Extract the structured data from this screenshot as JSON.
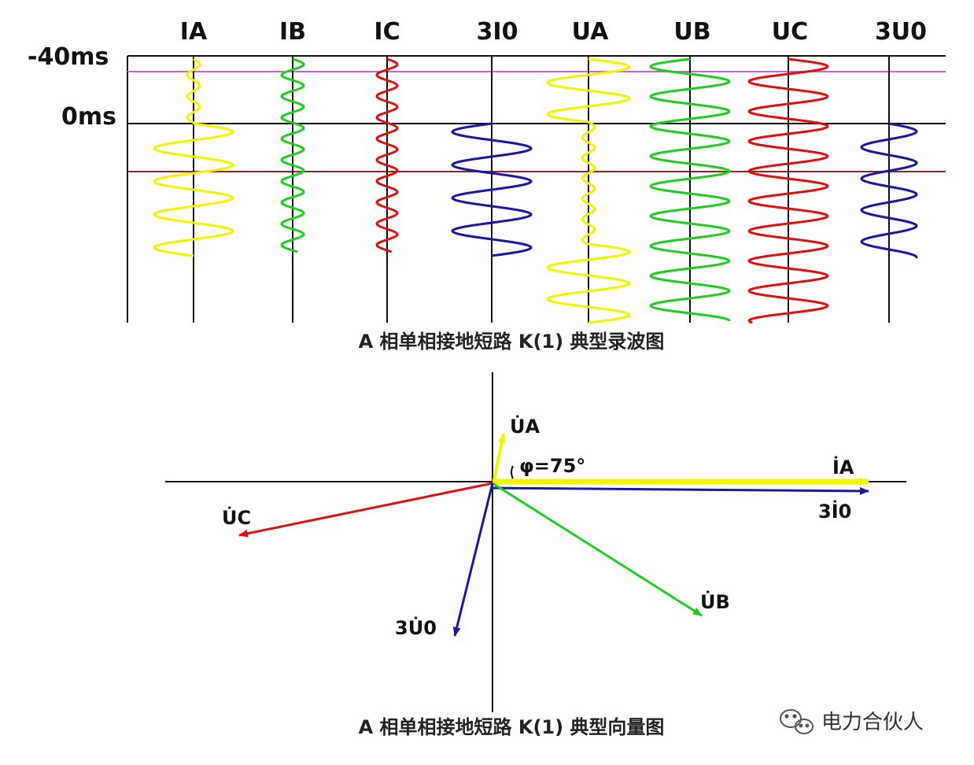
{
  "waveform": {
    "channels": [
      {
        "name": "IA",
        "color": "#f4f400"
      },
      {
        "name": "IB",
        "color": "#22cc22"
      },
      {
        "name": "IC",
        "color": "#dd1111"
      },
      {
        "name": "3I0",
        "color": "#1a1aa0"
      },
      {
        "name": "UA",
        "color": "#f4f400"
      },
      {
        "name": "UB",
        "color": "#22cc22"
      },
      {
        "name": "UC",
        "color": "#dd1111"
      },
      {
        "name": "3U0",
        "color": "#1a1aa0"
      }
    ],
    "time_labels": [
      "-40ms",
      "0ms"
    ],
    "marker_color": "#cc66cc",
    "fault_line_color": "#992222",
    "caption": "A 相单相接地短路 K(1) 典型录波图"
  },
  "phasor": {
    "vectors": [
      {
        "label": "U̇A",
        "color": "#f4f400"
      },
      {
        "label": "İA",
        "color": "#f4f400"
      },
      {
        "label": "3İ0",
        "color": "#1a1aa0"
      },
      {
        "label": "U̇B",
        "color": "#22cc22"
      },
      {
        "label": "U̇C",
        "color": "#dd1111"
      },
      {
        "label": "3U̇0",
        "color": "#1a1aa0"
      }
    ],
    "angle_label": "φ=75°",
    "caption": "A 相单相接地短路 K(1) 典型向量图"
  },
  "watermark": {
    "text": "电力合伙人",
    "icon": "wechat-icon"
  }
}
